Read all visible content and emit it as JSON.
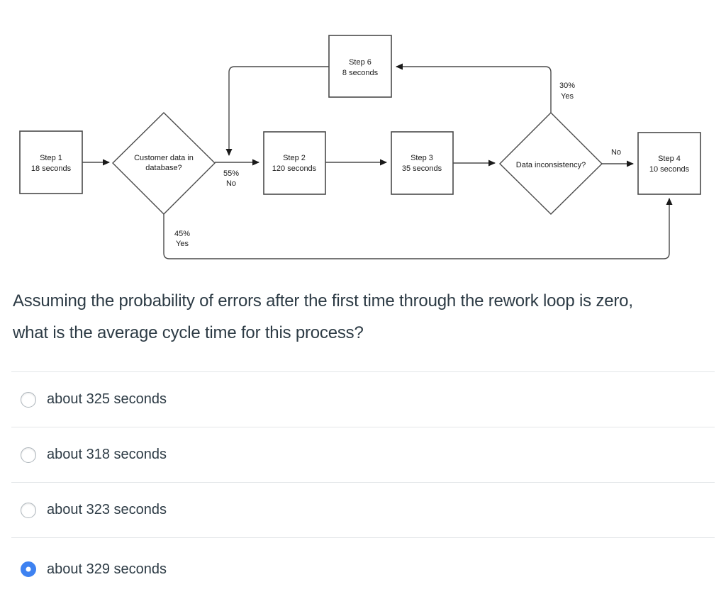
{
  "diagram": {
    "nodes": {
      "step1": {
        "line1": "Step 1",
        "line2": "18 seconds"
      },
      "step2": {
        "line1": "Step 2",
        "line2": "120 seconds"
      },
      "step3": {
        "line1": "Step 3",
        "line2": "35 seconds"
      },
      "step4": {
        "line1": "Step 4",
        "line2": "10 seconds"
      },
      "step6": {
        "line1": "Step 6",
        "line2": "8 seconds"
      },
      "decision_db": {
        "line1": "Customer data in",
        "line2": "database?"
      },
      "decision_inconsistency": {
        "line1": "Data inconsistency?"
      }
    },
    "labels": {
      "no55_pct": "55%",
      "no55_word": "No",
      "yes45_pct": "45%",
      "yes45_word": "Yes",
      "yes30_pct": "30%",
      "yes30_word": "Yes",
      "no_plain": "No"
    }
  },
  "question": {
    "text": "Assuming the probability of errors after the first time through the rework loop is zero, what is the average cycle time for this process?"
  },
  "options": [
    {
      "label": "about 325 seconds",
      "selected": false
    },
    {
      "label": "about 318 seconds",
      "selected": false
    },
    {
      "label": "about 323 seconds",
      "selected": false
    },
    {
      "label": "about 329 seconds",
      "selected": true
    }
  ],
  "colors": {
    "question_text": "#2D3B45",
    "selected_radio": "#3e82f1",
    "diagram_stroke": "#4a4a4a",
    "divider": "#e3e6e8"
  }
}
